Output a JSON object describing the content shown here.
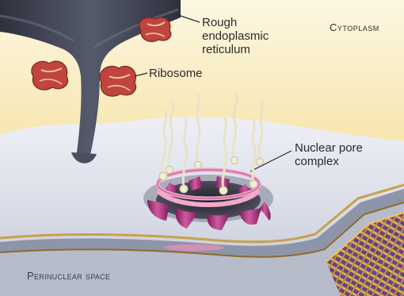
{
  "labels": {
    "rough_er": "Rough\nendoplasmic\nreticulum",
    "ribosome": "Ribosome",
    "cytoplasm": "Cytoplasm",
    "nuclear_pore": "Nuclear pore\ncomplex",
    "perinuclear": "Perinuclear space"
  },
  "colors": {
    "cytoplasm_light": "#fbf3d2",
    "cytoplasm_warm": "#f1d48f",
    "membrane_surface": "#dfe3ec",
    "membrane_shadow": "#9aa0b2",
    "er_dark": "#3d4150",
    "pore_magenta": "#a8256f",
    "pore_pink": "#e79ac4",
    "ribosome_red": "#c0453c",
    "lamina_orange": "#d69a3a",
    "lamina_purple": "#5d3f86"
  },
  "icons": {
    "ribosome": "ribosome-icon",
    "pore": "nuclear-pore-icon",
    "er": "er-tube-icon"
  }
}
